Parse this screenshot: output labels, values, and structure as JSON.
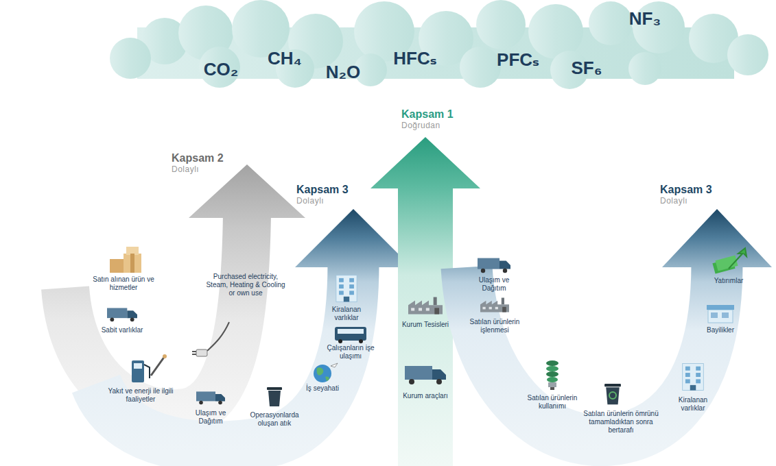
{
  "diagram": {
    "nodes": [
      {
        "text": [
          "Kapsam 2",
          "Dolaylı"
        ]
      },
      {
        "text": [
          "Kapsam 3",
          "Dolaylı"
        ]
      },
      {
        "text": [
          "Kapsam 1",
          "Doğrudan"
        ]
      },
      {
        "text": [
          "Kapsam 3",
          "Dolaylı"
        ]
      }
    ],
    "labels": [
      "CO₂",
      "CH₄",
      "N₂O",
      "HFCₛ",
      "PFCₛ",
      "SF₆",
      "NF₃",
      "Satın alınan ürün ve hizmetler",
      "Sabit varlıklar",
      "Yakıt ve enerji ile ilgili faaliyetler",
      "Purchased electricity, Steam, Heating & Cooling or own use",
      "Ulaşım ve Dağıtım",
      "Operasyonlarda oluşan atık",
      "Kiralanan varlıklar",
      "Çalışanların işe ulaşımı",
      "İş seyahati",
      "Kurum Tesisleri",
      "Kurum araçları",
      "Ulaşım ve Dağıtım",
      "Satılan ürünlerin işlenmesi",
      "Satılan ürünlerin kullanımı",
      "Satılan ürünlerin ömrünü tamamladıktan sonra bertarafı",
      "Kiralanan varlıklar",
      "Bayilikler",
      "Yatırımlar"
    ]
  }
}
